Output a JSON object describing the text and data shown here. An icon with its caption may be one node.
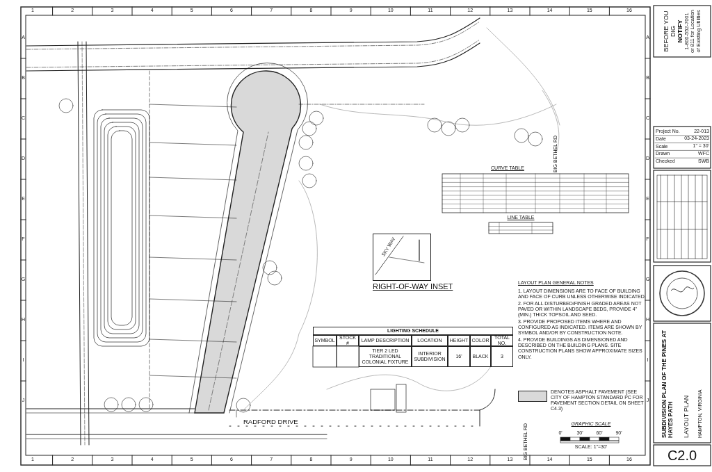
{
  "diagram": {
    "nodes": [
      {
        "text": [
          "BEFORE YOU DIG",
          "NOTIFY",
          "1-800-552-7001 or 811 for Location of Existing Utilities"
        ]
      },
      {
        "text": [
          "SUBDIVISION PLAN OF THE PINES AT HAYES PATH",
          "LAYOUT PLAN",
          "HAMPTON, VIRGINIA"
        ]
      },
      {
        "text": [
          "C2.0"
        ]
      },
      {
        "text": [
          "SKY WAY"
        ],
        "beside": [
          "RIGHT-OF-WAY INSET"
        ]
      }
    ],
    "labels": [
      "1",
      "2",
      "3",
      "4",
      "5",
      "6",
      "7",
      "8",
      "9",
      "10",
      "11",
      "12",
      "13",
      "14",
      "15",
      "16",
      "1",
      "2",
      "3",
      "4",
      "5",
      "6",
      "7",
      "8",
      "9",
      "10",
      "11",
      "12",
      "13",
      "14",
      "15",
      "16",
      "A",
      "B",
      "C",
      "D",
      "E",
      "F",
      "G",
      "H",
      "I",
      "J",
      "A",
      "B",
      "C",
      "D",
      "E",
      "F",
      "G",
      "H",
      "I",
      "J",
      "Project No.",
      "22-013",
      "Date",
      "03-24-2023",
      "Scale",
      "1\" = 30'",
      "Drawn",
      "WFC",
      "Checked",
      "SWB",
      "CURVE TABLE",
      "LINE TABLE",
      "LIGHTING SCHEDULE",
      "SYMBOL",
      "STOCK #",
      "LAMP DESCRIPTION",
      "LOCATION",
      "HEIGHT",
      "COLOR",
      "TOTAL NO.",
      "TIER 2 LED TRADITIONAL COLONIAL FIXTURE",
      "INTERIOR SUBDIVISION",
      "16'",
      "BLACK",
      "3",
      "LAYOUT PLAN GENERAL NOTES",
      "1. LAYOUT DIMENSIONS ARE TO FACE OF BUILDING AND FACE OF CURB UNLESS OTHERWISE INDICATED.",
      "2. FOR ALL DISTURBED/FINISH GRADED AREAS NOT PAVED OR WITHIN LANDSCAPE BEDS, PROVIDE 4\" (MIN.) THICK TOPSOIL AND SEED.",
      "3. PROVIDE PROPOSED ITEMS WHERE AND CONFIGURED AS INDICATED. ITEMS ARE SHOWN BY SYMBOL AND/OR BY CONSTRUCTION NOTE.",
      "4. PROVIDE BUILDINGS AS DIMENSIONED AND DESCRIBED ON THE BUILDING PLANS. SITE CONSTRUCTION PLANS SHOW APPROXIMATE SIZES ONLY.",
      "RADFORD DRIVE",
      "BIG BETHEL RD",
      "BIG BETHEL RD",
      "GRAPHIC SCALE",
      "0'",
      "30'",
      "60'",
      "90'",
      "SCALE: 1\"=30'"
    ],
    "legend": [
      {
        "text": "DENOTES ASPHALT PAVEMENT (SEE CITY OF HAMPTON STANDARD PC FOR PAVEMENT SECTION DETAIL ON SHEET C4.3)",
        "color": "#d9d9d9"
      }
    ]
  }
}
